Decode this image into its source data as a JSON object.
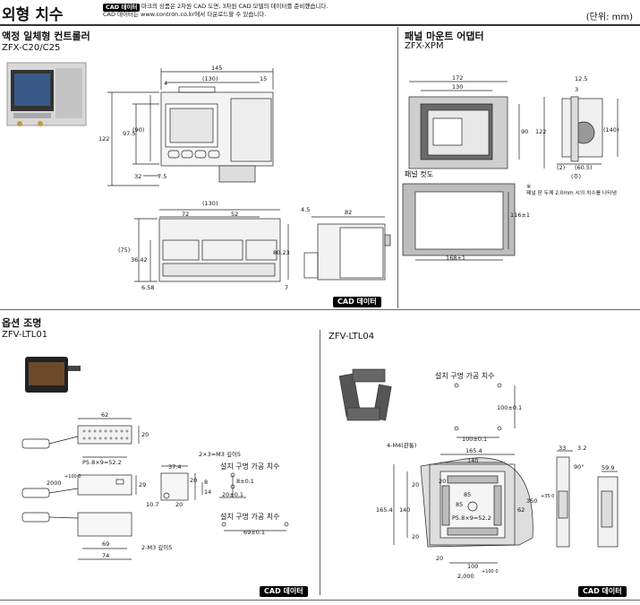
{
  "header": {
    "title": "외형 치수",
    "cad_badge": "CAD 데이터",
    "note_line1": "마크의 상품은 2차원 CAD 도면, 3차원 CAD 모델의 데이터를 준비했습니다.",
    "note_line2": "CAD 데이터는 www.contron.co.kr에서 다운로드할 수 있습니다.",
    "unit": "(단위: mm)"
  },
  "controller": {
    "section": "액정 일체형 컨트롤러",
    "model": "ZFX-C20/C25",
    "dims": {
      "w145": "145",
      "w130": "(130)",
      "d4": "4",
      "d15": "15",
      "h122": "122",
      "h975": "97.5",
      "h90": "(90)",
      "d32": "32",
      "d75": "7.5",
      "t130": "(130)",
      "t72": "72",
      "t52": "52",
      "t45": "4.5",
      "t82": "82",
      "t75": "(75)",
      "t3642": "36.42",
      "t8023": "80.23",
      "t658": "6.58",
      "t7": "7"
    },
    "cad": "CAD 데이터"
  },
  "adapter": {
    "section": "패널 마운트 어댑터",
    "model": "ZFX-XPM",
    "dims": {
      "w172": "172",
      "w130": "130",
      "h90": "90",
      "h122": "122",
      "d125": "12.5",
      "d3": "3",
      "d140": "(140)",
      "d2": "(2)",
      "d605": "(60.5)",
      "note": "(주)"
    },
    "cut_label": "패널 컷도",
    "cut_h": "116±1",
    "cut_w": "168±1",
    "remark_mark": "※",
    "remark": "패널 판 두께 2.0mm 시의 치수를 나타냄"
  },
  "options": {
    "section": "옵션 조명",
    "ltl01": {
      "model": "ZFV-LTL01",
      "dims": {
        "w62": "62",
        "h20": "20",
        "p": "P5.8×9=52.2",
        "cable": "2000",
        "tol": "+100 0",
        "h29": "29",
        "w69": "69",
        "w74": "74",
        "m3": "2-M3 깊이5",
        "m3b": "2×3=M3 깊이5",
        "d374": "37.4",
        "d8": "8",
        "d14": "14",
        "d20": "20",
        "d107": "10.7",
        "d20b": "20"
      },
      "hole1_title": "설치 구멍 가공 치수",
      "hole1_a": "8±0.1",
      "hole1_b": "20±0.1",
      "hole2_title": "설치 구멍 가공 치수",
      "hole2_a": "69±0.1",
      "cad": "CAD 데이터"
    },
    "ltl04": {
      "model": "ZFV-LTL04",
      "hole_title": "설치 구멍 가공 치수",
      "hole_v": "100±0.1",
      "hole_h": "100±0.1",
      "dims": {
        "m4": "4-M4(관통)",
        "w1654": "165.4",
        "w140": "140",
        "h1654": "165.4",
        "h140": "140",
        "d20a": "20",
        "d20b": "20",
        "d20c": "20",
        "d85a": "85",
        "d85b": "85",
        "d62": "62",
        "d350": "350",
        "tol": "+35 0",
        "p": "P5.8×9=52.2",
        "b20": "20",
        "b100": "100",
        "b2000": "2,000",
        "btol": "+100 0",
        "s33": "33",
        "s32": "3.2",
        "s90": "90°",
        "s599": "59.9"
      },
      "cad": "CAD 데이터"
    }
  }
}
